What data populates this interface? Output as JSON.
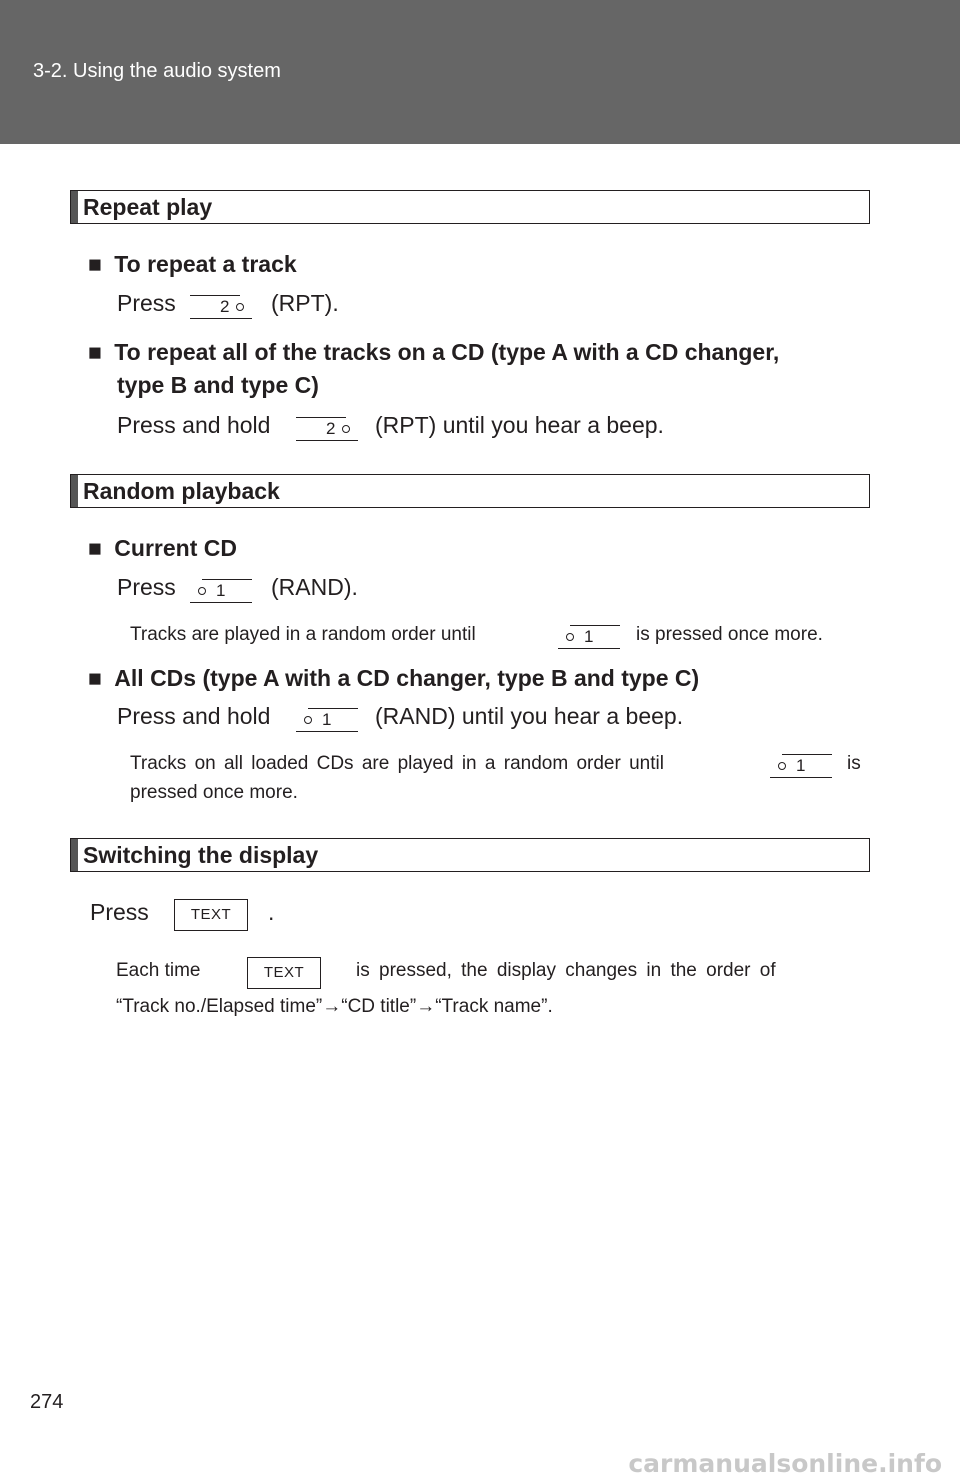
{
  "header": {
    "section": "3-2. Using the audio system"
  },
  "sections": {
    "repeat": {
      "title": "Repeat play",
      "track_heading": "To repeat a track",
      "track_press": "Press",
      "track_after": "(RPT).",
      "all_heading_1": "To repeat all of the tracks on a CD (type A with a CD changer,",
      "all_heading_2": "type B and type C)",
      "all_press": "Press and hold",
      "all_after": "(RPT) until you hear a beep."
    },
    "random": {
      "title": "Random playback",
      "current_heading": "Current CD",
      "current_press": "Press",
      "current_after": "(RAND).",
      "current_note_before": "Tracks are played in a random order until",
      "current_note_after": "is pressed once more.",
      "all_heading": "All CDs (type A with a CD changer, type B and type C)",
      "all_press": "Press and hold",
      "all_after": "(RAND) until you hear a beep.",
      "all_note_before": "Tracks on all loaded CDs are played in a random order until",
      "all_note_after": "is",
      "all_note_line2": "pressed once more."
    },
    "display": {
      "title": "Switching the display",
      "press": "Press",
      "after": ".",
      "note_before": "Each time",
      "note_after": "is pressed, the display changes in the order of",
      "note_line2": "“Track no./Elapsed time”→“CD title”→“Track name”."
    }
  },
  "buttons": {
    "preset2": "2",
    "preset1": "1",
    "text": "TEXT"
  },
  "bullet": "■",
  "page_number": "274",
  "watermark": "carmanualsonline.info"
}
